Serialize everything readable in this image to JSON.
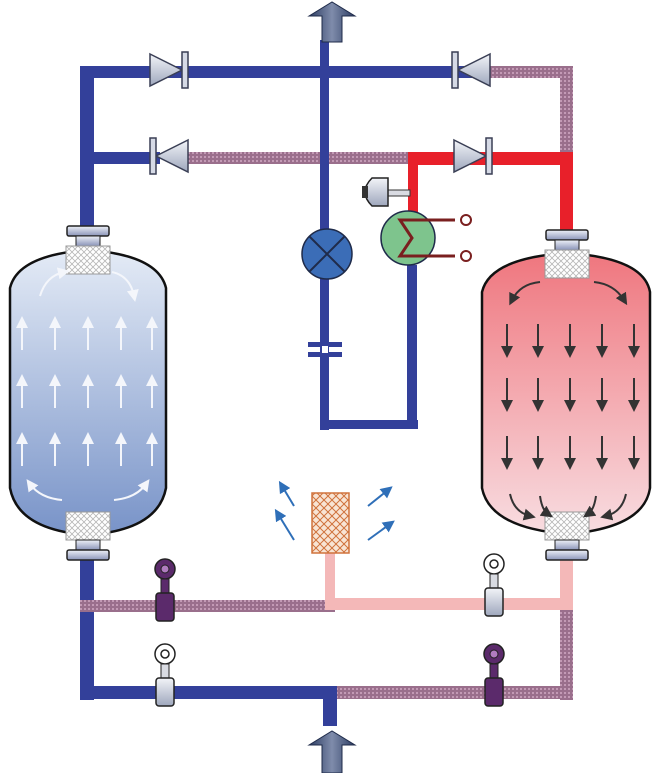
{
  "diagram": {
    "kind": "heated desiccant air dryer schematic",
    "left_tower": {
      "state": "drying",
      "flow": "upward"
    },
    "right_tower": {
      "state": "regenerating",
      "flow": "downward"
    },
    "inlet": "bottom",
    "outlet": "top"
  },
  "colors": {
    "dry_line": "#33409a",
    "hot_line": "#e8202a",
    "purge_line": "#9a6f8c",
    "cool_line": "#f4b8b8",
    "blue_tank_top": "#dde6f3",
    "blue_tank_bottom": "#7e99cc",
    "red_tank_top": "#f07f86",
    "red_tank_bottom": "#f6d4d9",
    "heater": "#7ec48d",
    "heater_coil": "#7a1f1f",
    "flow_meter": "#3b6db7",
    "check_valve": "#c7cdda",
    "solenoid_body": "#5b2a6b",
    "filter_fill": "#f6dcc8",
    "filter_hatch": "#d27a45"
  },
  "icons": {
    "outlet": "up-arrow-icon",
    "inlet": "up-arrow-icon",
    "flow_meter": "flow-meter-icon",
    "heater": "heater-coil-icon",
    "gauge": "pressure-gauge-icon",
    "orifice": "orifice-icon",
    "silencer": "silencer-icon",
    "valves": "check-valve-icon",
    "solenoids": "solenoid-valve-icon"
  }
}
